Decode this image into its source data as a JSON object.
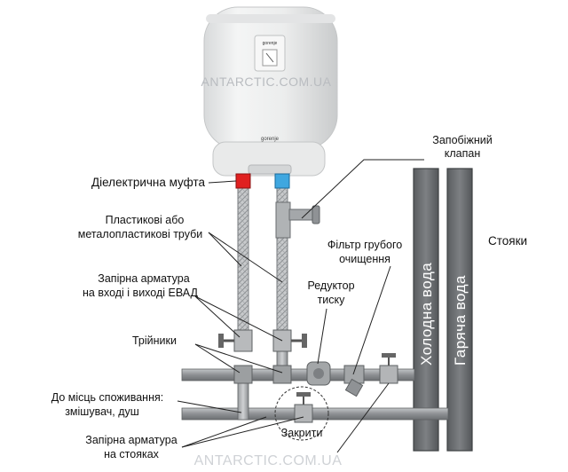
{
  "heater": {
    "brand": "gorenje"
  },
  "labels": {
    "safety_valve": [
      "Запобіжний",
      "клапан"
    ],
    "dielectric_coupling": "Діелектрична муфта",
    "pipes": [
      "Пластикові або",
      "металопластикові труби"
    ],
    "coarse_filter": [
      "Фільтр грубого",
      "очищення"
    ],
    "risers": "Стояки",
    "reducer": [
      "Редуктор",
      "тиску"
    ],
    "shutoff_inlet_outlet": [
      "Запірна арматура",
      "на вході і виході ЕВАД"
    ],
    "tees": "Трійники",
    "consumers": [
      "До місць споживання:",
      "змішувач, душ"
    ],
    "closed": "Закрити",
    "shutoff_risers": [
      "Запірна арматура",
      "на стояках"
    ]
  },
  "risers": {
    "cold": "Холодна вода",
    "hot": "Гаряча вода"
  },
  "watermark": "ANTARCTIC.COM.UA",
  "colors": {
    "hot": "#e02020",
    "cold": "#3fa7e0",
    "pipe": "#8a8d90",
    "riser": "#6b6e71"
  }
}
